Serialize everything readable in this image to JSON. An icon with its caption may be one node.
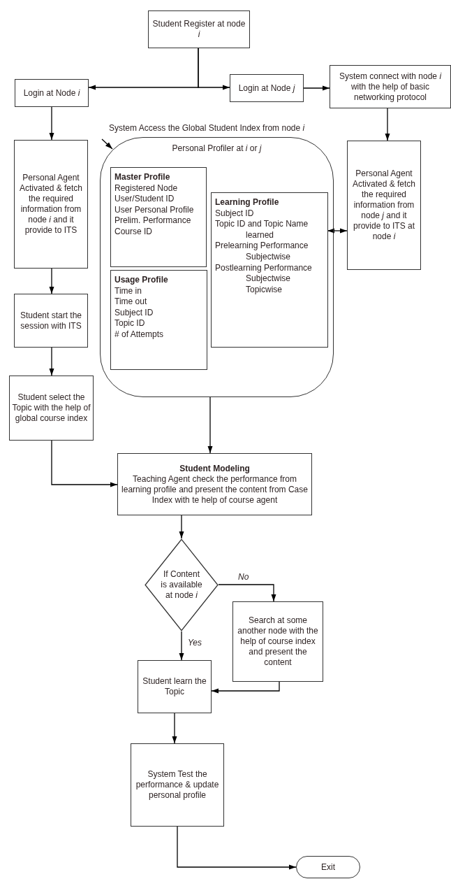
{
  "diagram": {
    "nodes": [
      {
        "text": [
          "Student Register at node *i*"
        ]
      },
      {
        "text": [
          "Login at Node *i*"
        ]
      },
      {
        "text": [
          "Login at Node *j*"
        ]
      },
      {
        "text": [
          "System connect with node *i* with the help of basic networking protocol"
        ]
      },
      {
        "text": [
          "Personal Agent Activated & fetch the required information from node *i* and it provide to ITS"
        ]
      },
      {
        "text": [
          "Personal Profiler at *i* or *j*"
        ]
      },
      {
        "text": [
          "Master Profile",
          "Registered Node",
          "User/Student ID",
          "User Personal Profile",
          "Prelim. Performance",
          "Course ID"
        ],
        "in": 5
      },
      {
        "text": [
          "Usage Profile",
          "Time in",
          "Time out",
          "Subject ID",
          "Topic ID",
          "# of Attempts"
        ],
        "in": 5
      },
      {
        "text": [
          "Learning Profile",
          "Subject ID",
          "Topic ID and Topic Name learned",
          "Prelearning Performance",
          "Subjectwise",
          "Postlearning Performance",
          "Subjectwise",
          "Topicwise"
        ],
        "in": 5
      },
      {
        "text": [
          "Personal Agent Activated & fetch the required information from node *j* and it provide to ITS at node *i*"
        ]
      },
      {
        "text": [
          "Student start the session with ITS"
        ]
      },
      {
        "text": [
          "Student select the Topic with the help of global course index"
        ]
      },
      {
        "text": [
          "Student Modeling",
          "Teaching Agent check the performance from learning profile and present the content from Case Index with te help of course agent"
        ]
      },
      {
        "text": [
          "If Content is available at node *i*"
        ]
      },
      {
        "text": [
          "Search at some another node with the help of course index and present the content"
        ]
      },
      {
        "text": [
          "Student learn the Topic"
        ]
      },
      {
        "text": [
          "System Test the performance & update personal profile"
        ]
      },
      {
        "text": [
          "Exit"
        ]
      }
    ],
    "edges": [
      {
        "from": 0,
        "to": 1,
        "arrow": "to"
      },
      {
        "from": 0,
        "to": 2,
        "arrow": "to"
      },
      {
        "from": 2,
        "to": 3,
        "arrow": "to"
      },
      {
        "from": 1,
        "to": 4,
        "arrow": "to"
      },
      {
        "from": 3,
        "to": 9,
        "arrow": "to"
      },
      {
        "from": null,
        "to": 5,
        "arrow": "to"
      },
      {
        "from": 8,
        "to": 9,
        "arrow": "both"
      },
      {
        "from": 4,
        "to": 10,
        "arrow": "to"
      },
      {
        "from": 10,
        "to": 11,
        "arrow": "to"
      },
      {
        "from": 5,
        "to": 12,
        "arrow": "to"
      },
      {
        "from": 11,
        "to": 12,
        "arrow": "to"
      },
      {
        "from": 12,
        "to": 13,
        "arrow": "to"
      },
      {
        "from": 13,
        "to": 14,
        "arrow": "to",
        "label": "No"
      },
      {
        "from": 13,
        "to": 15,
        "arrow": "to",
        "label": "Yes"
      },
      {
        "from": 14,
        "to": 15,
        "arrow": "to"
      },
      {
        "from": 15,
        "to": 16,
        "arrow": "to"
      },
      {
        "from": 16,
        "to": 17,
        "arrow": "to"
      }
    ],
    "labels": [
      "System Access the  Global Student  Index from node *i*"
    ]
  }
}
